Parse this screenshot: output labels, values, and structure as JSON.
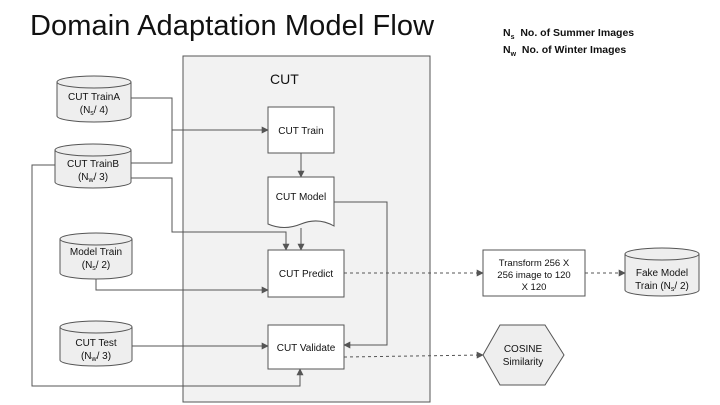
{
  "title": "Domain Adaptation Model Flow",
  "legend": [
    {
      "sym": "N",
      "sub": "s",
      "text": "No. of Summer Images"
    },
    {
      "sym": "N",
      "sub": "w",
      "text": "No. of Winter Images"
    }
  ],
  "container": {
    "label": "CUT"
  },
  "databases": {
    "trainA": {
      "line1": "CUT TrainA",
      "pre": "(N",
      "sub": "s",
      "post": "/ 4)"
    },
    "trainB": {
      "line1": "CUT TrainB",
      "pre": "(N",
      "sub": "w",
      "post": "/ 3)"
    },
    "modelTrain": {
      "line1": "Model Train",
      "pre": "(N",
      "sub": "s",
      "post": "/ 2)"
    },
    "cutTest": {
      "line1": "CUT Test",
      "pre": "(N",
      "sub": "w",
      "post": "/ 3)"
    },
    "fakeModel": {
      "line1": "Fake Model",
      "pre": "Train (N",
      "sub": "s",
      "post": "/ 2)"
    }
  },
  "processes": {
    "cutTrain": "CUT Train",
    "cutPredict": "CUT Predict",
    "cutValidate": "CUT Validate",
    "transform": [
      "Transform 256 X",
      "256 image to 120",
      "X 120"
    ]
  },
  "document": {
    "cutModel": "CUT Model"
  },
  "hexagon": {
    "cosine": [
      "COSINE",
      "Similarity"
    ]
  },
  "colors": {
    "line": "#555555",
    "container_fill": "#f2f2f2",
    "db_fill": "#eeeeee",
    "box_fill": "#ffffff"
  }
}
